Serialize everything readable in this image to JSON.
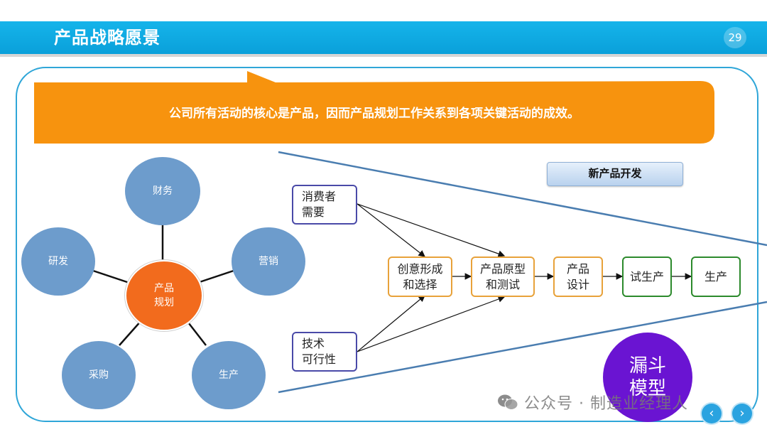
{
  "header": {
    "title": "产品战略愿景",
    "page_number": "29",
    "accent_color": "#0aa0da"
  },
  "banner": {
    "text": "公司所有活动的核心是产品，因而产品规划工作关系到各项关键活动的成效。",
    "color": "#f7930e"
  },
  "hub": {
    "center": "产品\n规划",
    "nodes": [
      "财务",
      "营销",
      "生产",
      "采购",
      "研发"
    ],
    "center_color": "#f26b1d",
    "node_color": "#6d9ccc"
  },
  "funnel": {
    "title": "新产品开发",
    "inputs": [
      "消费者\n需要",
      "技术\n可行性"
    ],
    "stages": [
      "创意形成\n和选择",
      "产品原型\n和测试",
      "产品\n设计"
    ],
    "final_stages": [
      "试生产",
      "生产"
    ],
    "badge": "漏斗\n模型",
    "badge_color": "#6a14d2"
  },
  "watermark": {
    "icon": "wechat-icon",
    "text": "公众号 · 制造业经理人"
  },
  "nav": {
    "prev_icon": "chevron-left-icon",
    "next_icon": "chevron-right-icon"
  }
}
